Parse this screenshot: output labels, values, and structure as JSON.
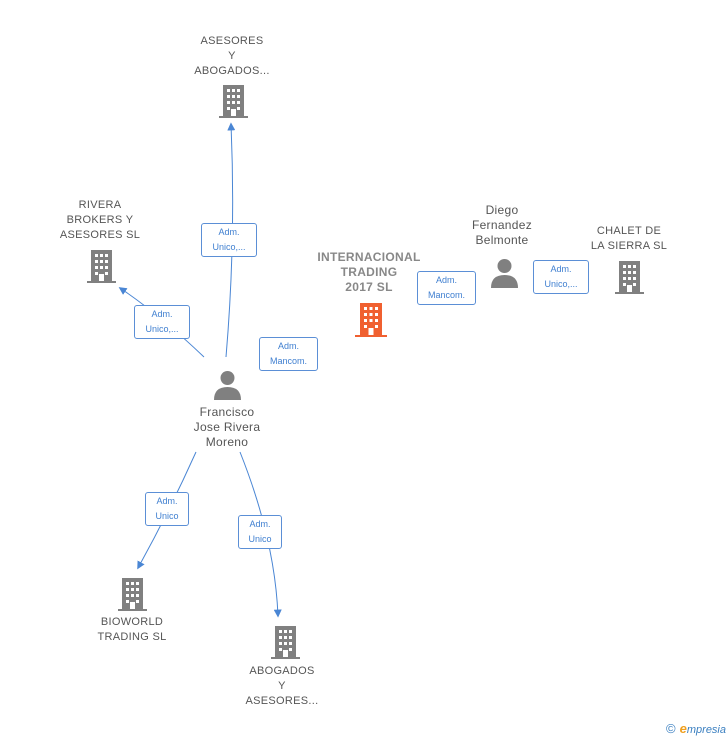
{
  "nodes": {
    "asesores_abogados": "ASESORES\nY\nABOGADOS...",
    "rivera_brokers": "RIVERA\nBROKERS Y\nASESORES SL",
    "internacional_trading": "INTERNACIONAL\nTRADING\n2017  SL",
    "diego": "Diego\nFernandez\nBelmonte",
    "chalet": "CHALET DE\nLA SIERRA  SL",
    "francisco": "Francisco\nJose Rivera\nMoreno",
    "bioworld": "BIOWORLD\nTRADING  SL",
    "abogados_asesores": "ABOGADOS\nY\nASESORES..."
  },
  "edges": {
    "francisco_asesores": "Adm.\nUnico,...",
    "francisco_rivera": "Adm.\nUnico,...",
    "francisco_internacional": "Adm.\nMancom.",
    "diego_internacional": "Adm.\nMancom.",
    "diego_chalet": "Adm.\nUnico,...",
    "francisco_bioworld": "Adm.\nUnico",
    "francisco_abogados": "Adm.\nUnico"
  },
  "colors": {
    "edge": "#4a86d4",
    "building": "#808080",
    "main_building": "#f06030",
    "person": "#808080"
  },
  "footer": {
    "copyright": "©",
    "brand_first": "e",
    "brand_rest": "mpresia"
  }
}
